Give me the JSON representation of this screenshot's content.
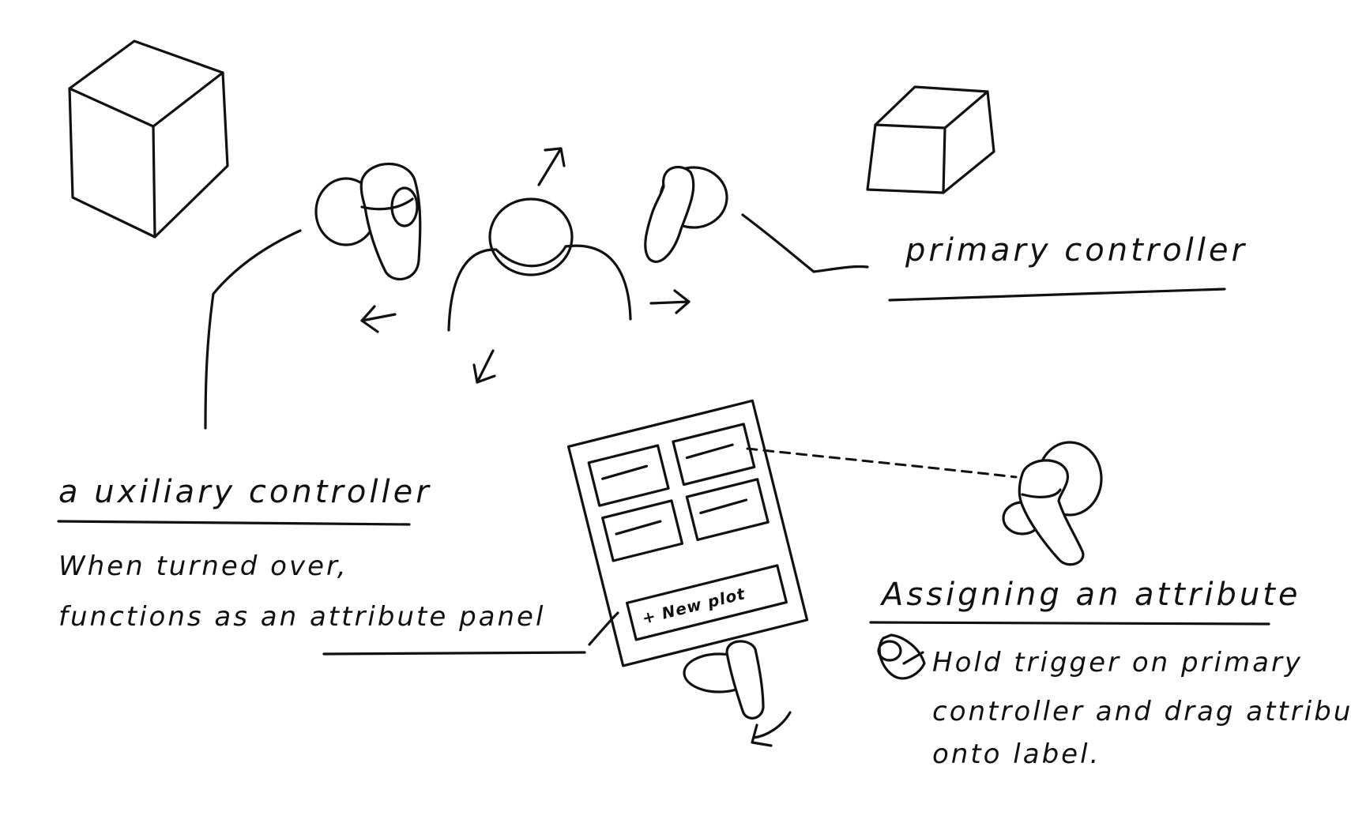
{
  "labels": {
    "auxiliary": "a uxiliary controller",
    "primary": "primary controller",
    "assigning": "Assigning an attribute",
    "new_plot": "+ New plot"
  },
  "notes": {
    "auxiliary_line1": "When turned over,",
    "auxiliary_line2": "functions as an attribute panel",
    "assigning_line1": "Hold trigger on primary",
    "assigning_line2": "controller and drag attribute",
    "assigning_line3": "onto label."
  },
  "icons": {
    "cube_left": "cube-icon",
    "cube_right": "cube-icon",
    "controller": "vr-controller-icon",
    "person": "person-icon",
    "panel": "attribute-panel-icon"
  },
  "colors": {
    "ink": "#111111",
    "paper": "#ffffff"
  }
}
